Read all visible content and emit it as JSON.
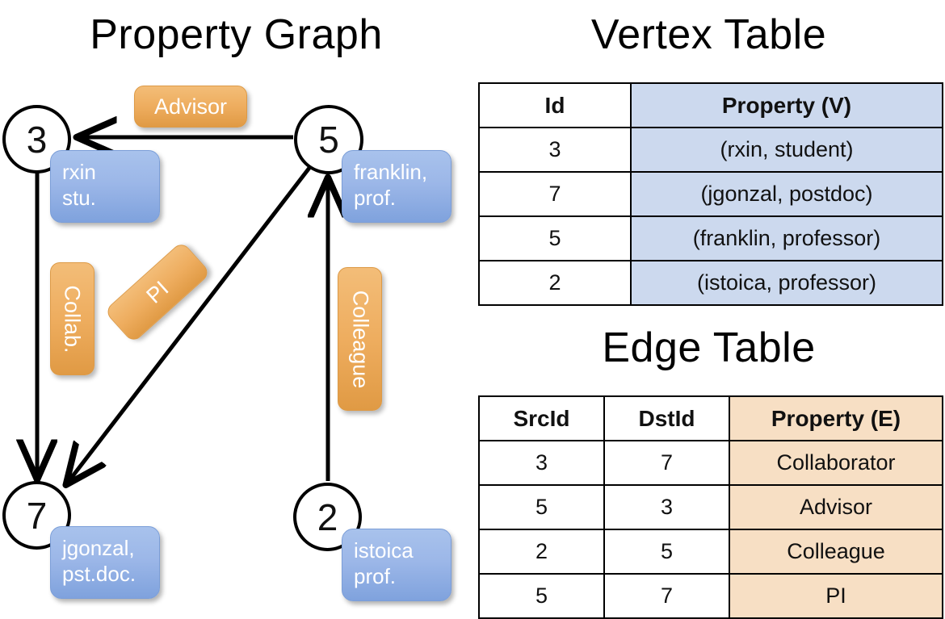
{
  "graph": {
    "title": "Property Graph",
    "nodes": [
      {
        "id": "3",
        "property_lines": [
          "rxin",
          "stu."
        ]
      },
      {
        "id": "5",
        "property_lines": [
          "franklin,",
          "prof."
        ]
      },
      {
        "id": "7",
        "property_lines": [
          "jgonzal,",
          "pst.doc."
        ]
      },
      {
        "id": "2",
        "property_lines": [
          "istoica",
          "prof."
        ]
      }
    ],
    "edge_labels": [
      {
        "name": "advisor-label",
        "text": "Advisor",
        "orientation": "horizontal"
      },
      {
        "name": "collab-label",
        "text": "Collab.",
        "orientation": "vertical"
      },
      {
        "name": "pi-label",
        "text": "PI",
        "orientation": "diagonal"
      },
      {
        "name": "colleague-label",
        "text": "Colleague",
        "orientation": "vertical"
      }
    ],
    "colors": {
      "vertex_callout": "#9cb7e8",
      "edge_callout": "#eead5f",
      "node_stroke": "#000000"
    }
  },
  "vertex_table": {
    "title": "Vertex Table",
    "columns": [
      "Id",
      "Property (V)"
    ],
    "rows": [
      {
        "id": "3",
        "property": "(rxin, student)"
      },
      {
        "id": "7",
        "property": "(jgonzal, postdoc)"
      },
      {
        "id": "5",
        "property": "(franklin, professor)"
      },
      {
        "id": "2",
        "property": "(istoica, professor)"
      }
    ],
    "property_cell_color": "#ccd9ee"
  },
  "edge_table": {
    "title": "Edge Table",
    "columns": [
      "SrcId",
      "DstId",
      "Property (E)"
    ],
    "rows": [
      {
        "src": "3",
        "dst": "7",
        "property": "Collaborator"
      },
      {
        "src": "5",
        "dst": "3",
        "property": "Advisor"
      },
      {
        "src": "2",
        "dst": "5",
        "property": "Colleague"
      },
      {
        "src": "5",
        "dst": "7",
        "property": "PI"
      }
    ],
    "property_cell_color": "#f7dfc4"
  }
}
